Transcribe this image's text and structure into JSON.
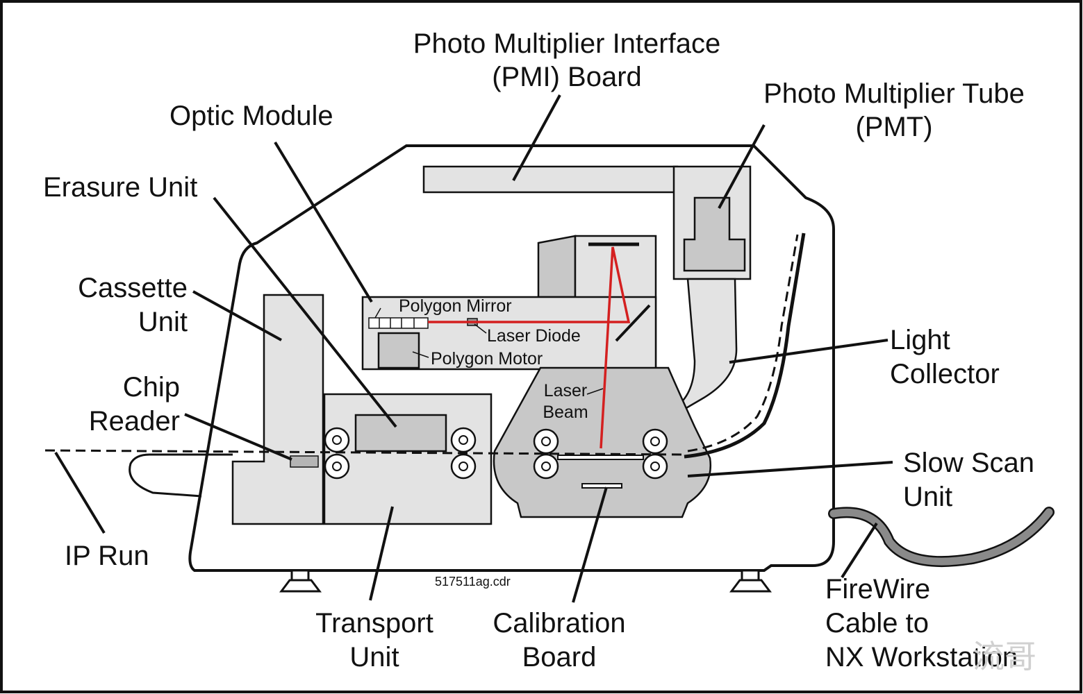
{
  "labels": {
    "pmi_line1": "Photo Multiplier Interface",
    "pmi_line2": "(PMI) Board",
    "pmt_line1": "Photo Multiplier Tube",
    "pmt_line2": "(PMT)",
    "optic_module": "Optic Module",
    "erasure_unit": "Erasure Unit",
    "cassette_line1": "Cassette",
    "cassette_line2": "Unit",
    "chip_line1": "Chip",
    "chip_line2": "Reader",
    "ip_run": "IP Run",
    "polygon_mirror": "Polygon Mirror",
    "laser_diode": "Laser Diode",
    "polygon_motor": "Polygon Motor",
    "laser_beam_line1": "Laser",
    "laser_beam_line2": "Beam",
    "light_line1": "Light",
    "light_line2": "Collector",
    "slow_scan_line1": "Slow Scan",
    "slow_scan_line2": "Unit",
    "firewire_line1": "FireWire",
    "firewire_line2": "Cable to",
    "firewire_line3": "NX Workstation",
    "transport_line1": "Transport",
    "transport_line2": "Unit",
    "calibration_line1": "Calibration",
    "calibration_line2": "Board",
    "filename": "517511ag.cdr",
    "watermark": "流哥"
  },
  "colors": {
    "laser_beam": "#d42020",
    "part_fill": "#e3e3e3",
    "part_fill_dark": "#c8c8c8",
    "cable": "#8a8a8a"
  }
}
